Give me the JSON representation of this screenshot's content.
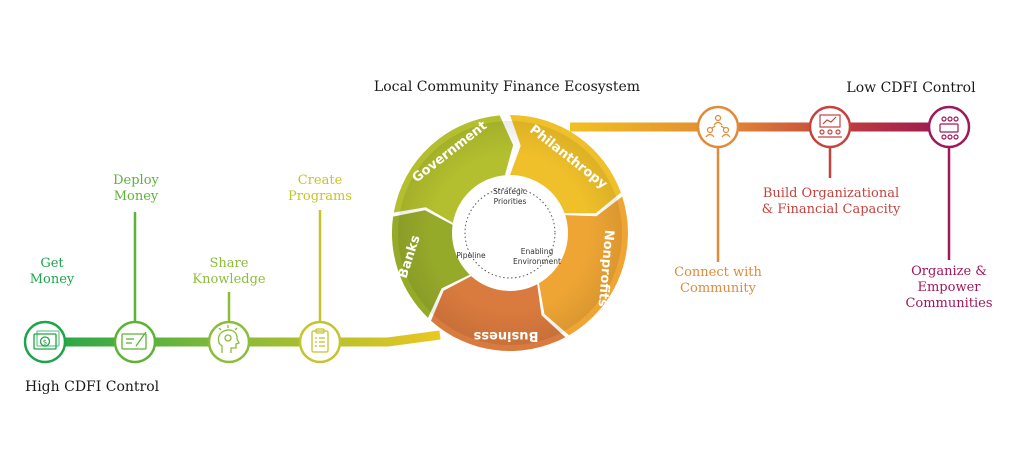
{
  "titles": {
    "ecosystem": "Local Community Finance Ecosystem",
    "low_control": "Low CDFI Control",
    "high_control": "High CDFI Control"
  },
  "left_steps": [
    {
      "line1": "Get",
      "line2": "Money",
      "icon": "money-icon",
      "color": "#1ea44a"
    },
    {
      "line1": "Deploy",
      "line2": "Money",
      "icon": "check-pen-icon",
      "color": "#5cb335"
    },
    {
      "line1": "Share",
      "line2": "Knowledge",
      "icon": "head-brain-icon",
      "color": "#8cbd3a"
    },
    {
      "line1": "Create",
      "line2": "Programs",
      "icon": "clipboard-icon",
      "color": "#c5c42c"
    }
  ],
  "right_steps": [
    {
      "line1": "Connect with",
      "line2": "Community",
      "line3": "",
      "icon": "people-network-icon",
      "color": "#e08b3a"
    },
    {
      "line1": "Build Organizational",
      "line2": "& Financial Capacity",
      "line3": "",
      "icon": "presentation-icon",
      "color": "#c3433e"
    },
    {
      "line1": "Organize &",
      "line2": "Empower",
      "line3": "Communities",
      "icon": "meeting-table-icon",
      "color": "#a0185a"
    }
  ],
  "cycle": {
    "segments": [
      "Government",
      "Philanthropy",
      "Nonprofits",
      "Business",
      "Banks"
    ],
    "inner": {
      "top_line1": "Strategic",
      "top_line2": "Priorities",
      "left": "Pipeline",
      "right_line1": "Enabling",
      "right_line2": "Environment"
    }
  },
  "colors": {
    "government": "#b3bf2e",
    "philanthropy": "#f0c02a",
    "nonprofits": "#eea534",
    "business": "#d97a3e",
    "banks": "#96aa2a"
  }
}
